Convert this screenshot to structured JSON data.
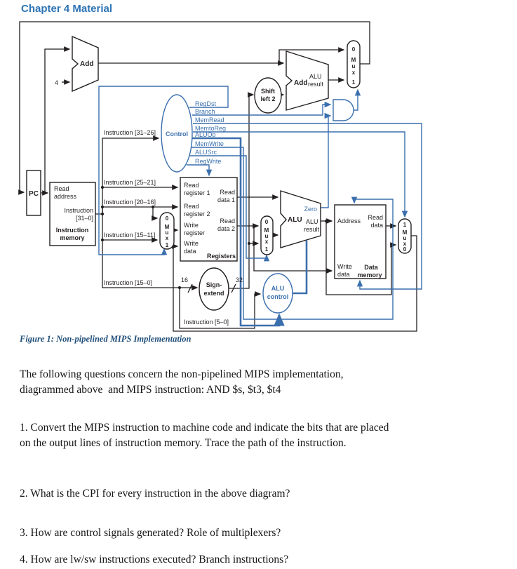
{
  "page": {
    "title": "Chapter 4 Material",
    "figure_caption": "Figure 1: Non-pipelined MIPS Implementation"
  },
  "colors": {
    "heading_blue": "#2E74B5",
    "caption_blue": "#1F4E79",
    "diagram_blue": "#3A6FAD",
    "wire_black": "#231F20"
  },
  "diagram": {
    "components": {
      "pc": "PC",
      "add": "Add",
      "four": "4",
      "shift_left": [
        "Shift",
        "left 2"
      ],
      "add_result_op": "Add",
      "add_result": [
        "ALU",
        "result"
      ],
      "control": "Control",
      "instruction_memory": {
        "read_address": [
          "Read",
          "address"
        ],
        "instruction_31_0": [
          "Instruction",
          "[31–0]"
        ],
        "name": [
          "Instruction",
          "memory"
        ]
      },
      "registers": {
        "read_register_1": [
          "Read",
          "register 1"
        ],
        "read_register_2": [
          "Read",
          "register 2"
        ],
        "write_register": [
          "Write",
          "register"
        ],
        "write_data": [
          "Write",
          "data"
        ],
        "read_data_1": [
          "Read",
          "data 1"
        ],
        "read_data_2": [
          "Read",
          "data 2"
        ],
        "name": "Registers"
      },
      "alu": {
        "name": "ALU",
        "zero": "Zero",
        "result": [
          "ALU",
          "result"
        ]
      },
      "data_memory": {
        "address": "Address",
        "read_data": [
          "Read",
          "data"
        ],
        "write_data": [
          "Write",
          "data"
        ],
        "name": [
          "Data",
          "memory"
        ]
      },
      "sign_extend": [
        "Sign-",
        "extend"
      ],
      "alu_control": [
        "ALU",
        "control"
      ],
      "mux": [
        "M",
        "u",
        "x"
      ],
      "mux_0": "0",
      "mux_1": "1",
      "width_16": "16",
      "width_32": "32"
    },
    "control_signals": [
      "RegDst",
      "Branch",
      "MemRead",
      "MemtoReg",
      "ALUOp",
      "MemWrite",
      "ALUSrc",
      "RegWrite"
    ],
    "instruction_fields": {
      "i31_26": "Instruction [31–26]",
      "i25_21": "Instruction [25–21]",
      "i20_16": "Instruction [20–16]",
      "i15_11": "Instruction [15–11]",
      "i15_0": "Instruction [15–0]",
      "i5_0": "Instruction [5–0]"
    }
  },
  "questions": {
    "intro": [
      "The following questions concern the non-pipelined MIPS implementation,",
      "diagrammed above  and MIPS instruction: AND $s, $t3, $t4"
    ],
    "q1": [
      "1. Convert the MIPS instruction to machine code and indicate the bits that are placed",
      "on the output lines of instruction memory. Trace the path of the instruction."
    ],
    "q2": [
      "2. What is the CPI for every instruction in the above diagram?"
    ],
    "q3": [
      "3. How are control signals generated? Role of multiplexers?"
    ],
    "q4": [
      "4. How are lw/sw instructions executed? Branch instructions?"
    ]
  }
}
